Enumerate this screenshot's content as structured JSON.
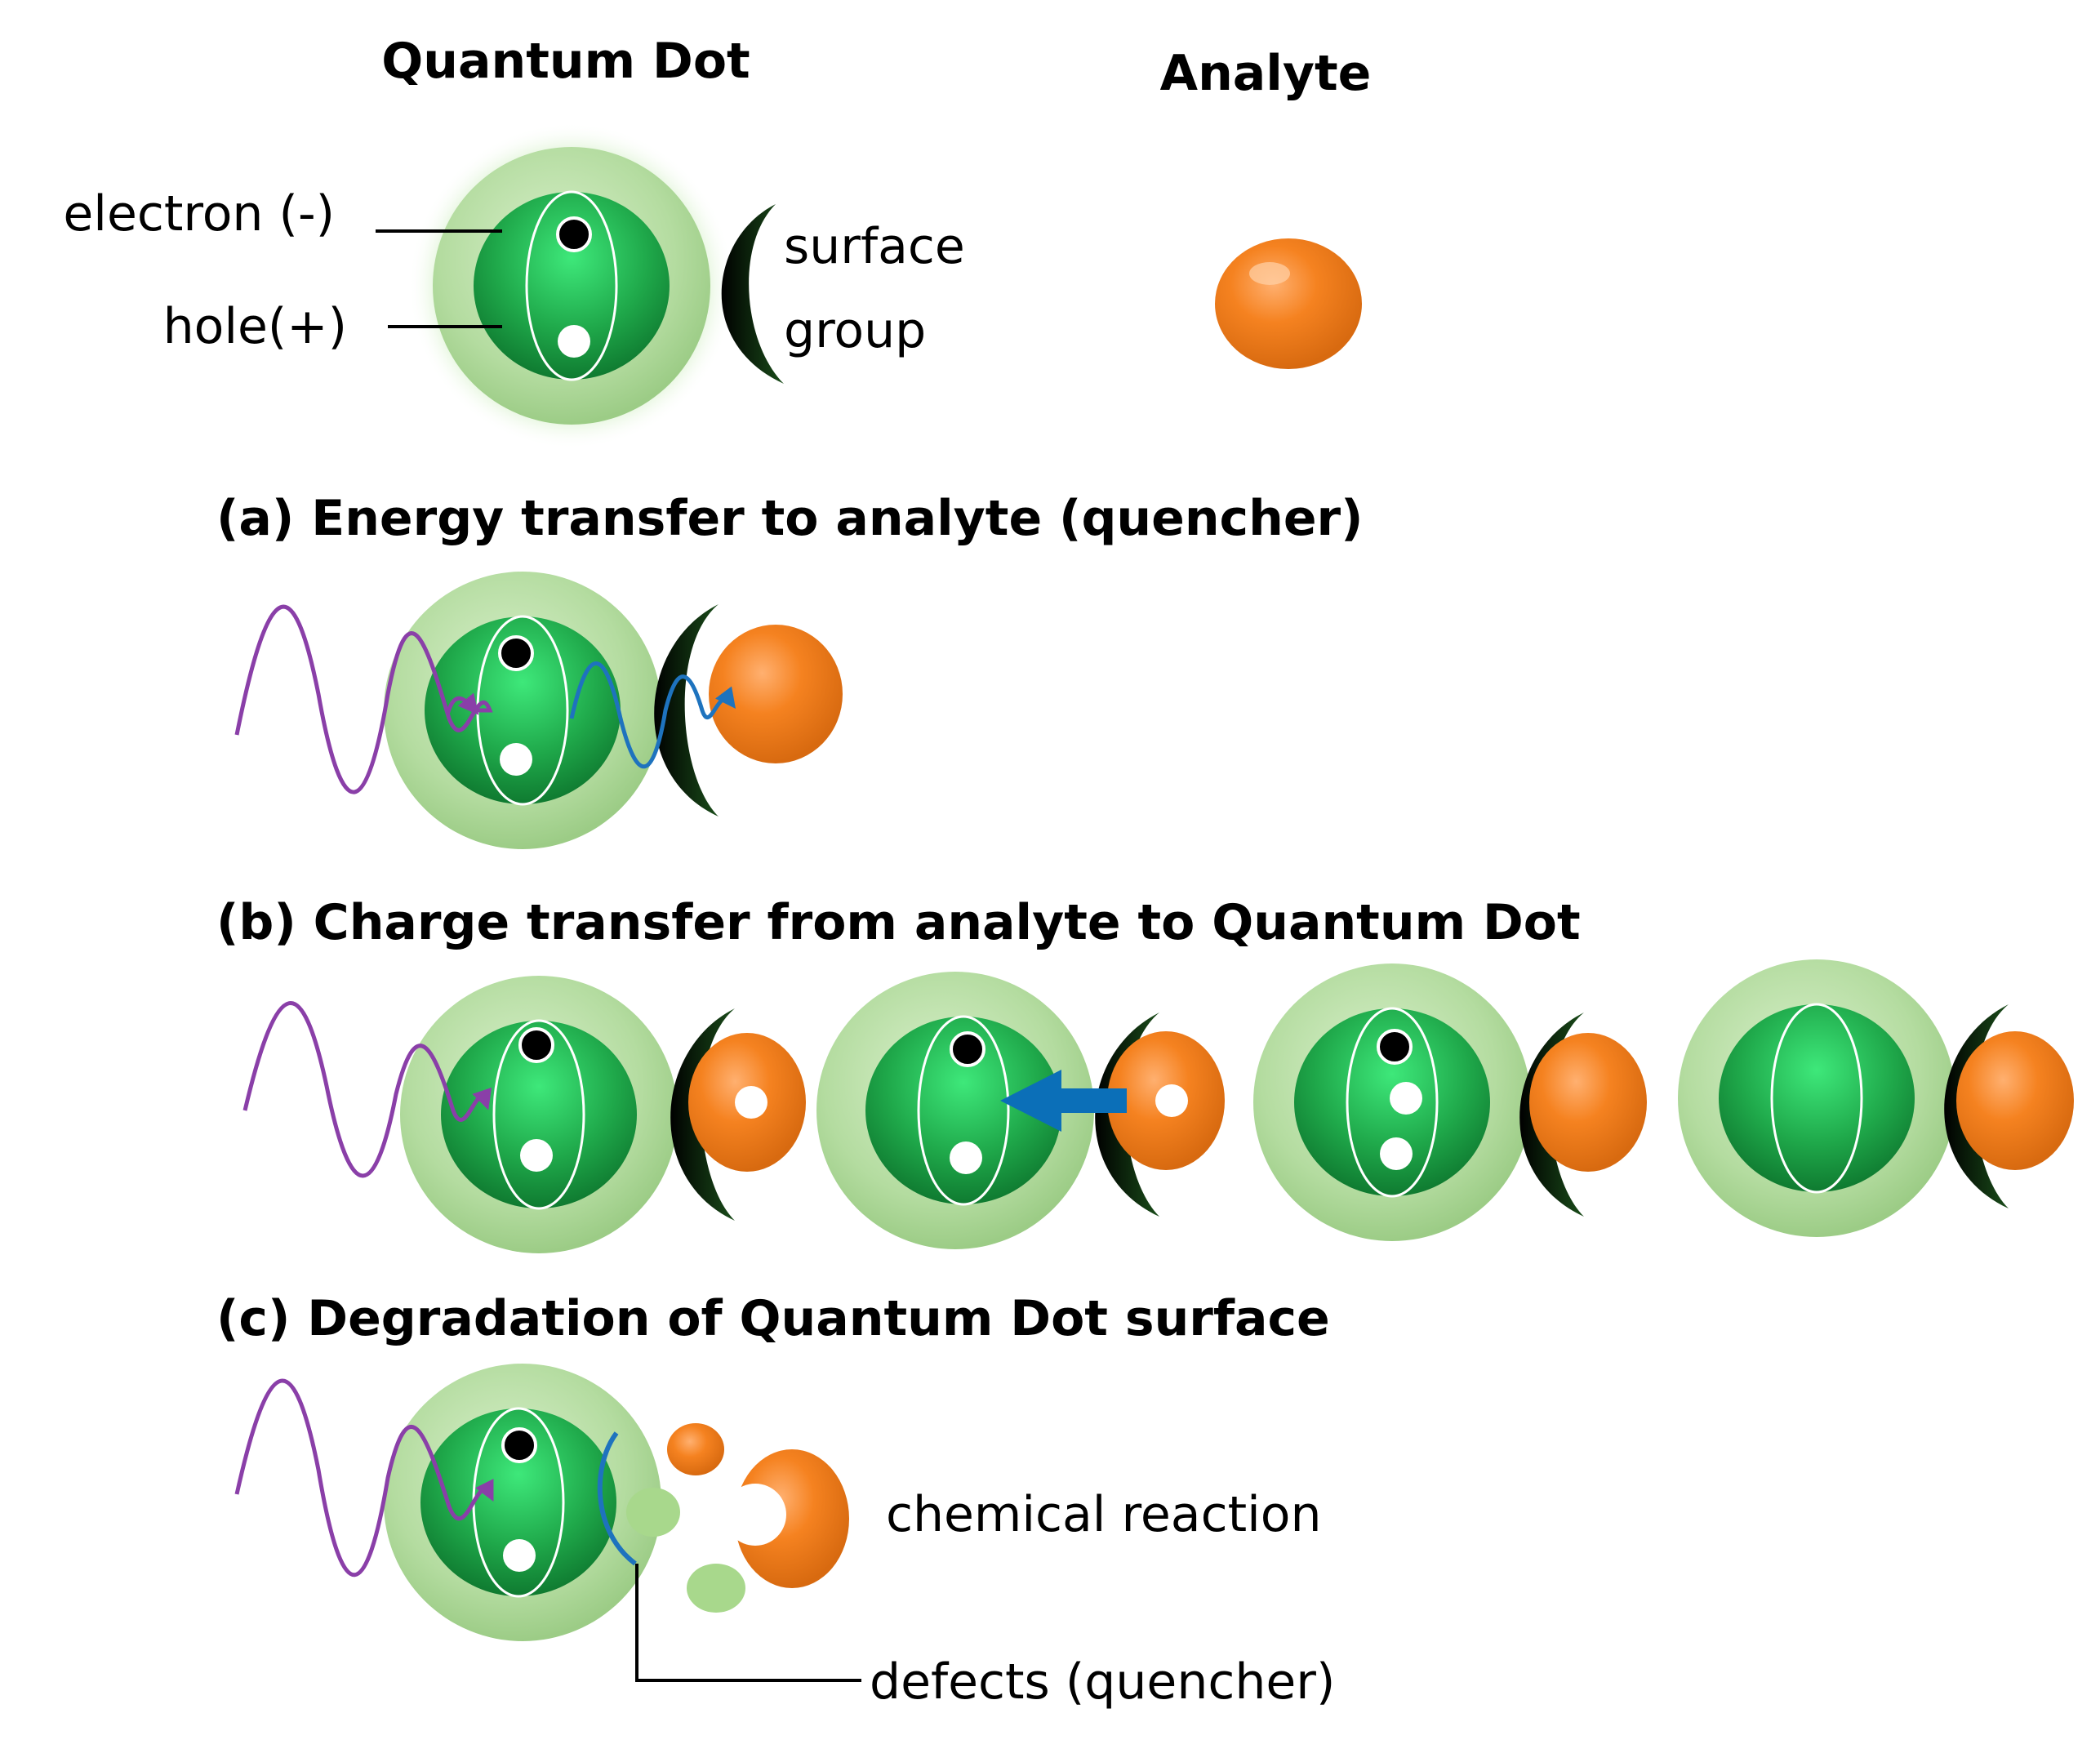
{
  "header": {
    "qd_title": "Quantum Dot",
    "analyte_title": "Analyte"
  },
  "legend": {
    "electron": "electron (-)",
    "hole": "hole(+)",
    "surface_line1": "surface",
    "surface_line2": "group"
  },
  "sections": {
    "a": {
      "title": "(a) Energy transfer to analyte (quencher)"
    },
    "b": {
      "title": "(b) Charge transfer from analyte to Quantum Dot"
    },
    "c": {
      "title": "(c) Degradation of Quantum Dot surface",
      "reaction_label": "chemical reaction",
      "defects_label": "defects (quencher)"
    }
  },
  "colors": {
    "qd_shell": "#b4dca0",
    "qd_core": "#1fa84a",
    "analyte": "#f58220",
    "light_wave": "#8a3fa8",
    "energy_wave": "#1e73be",
    "arrow": "#0b6fb8",
    "surface_group": "#000000",
    "defect_particle": "#a8d88c"
  }
}
